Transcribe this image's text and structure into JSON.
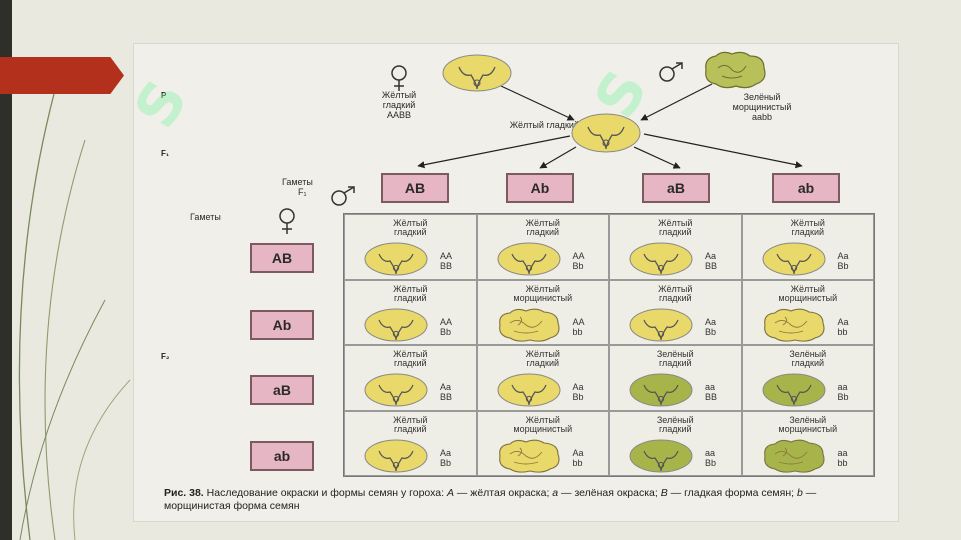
{
  "figure": {
    "generation_labels": {
      "p": "P",
      "f1": "F₁",
      "f2": "F₂"
    },
    "parents": {
      "female": {
        "line1": "Жёлтый",
        "line2": "гладкий",
        "genotype": "AABB"
      },
      "male": {
        "line1": "Зелёный",
        "line2": "морщинистый",
        "genotype": "aabb"
      }
    },
    "f1_label": "Жёлтый гладкий",
    "male_gametes": {
      "line1": "Гаметы",
      "line2": "F₁",
      "items": [
        "AB",
        "Ab",
        "aB",
        "ab"
      ]
    },
    "female_gametes": {
      "label": "Гаметы",
      "items": [
        "AB",
        "Ab",
        "aB",
        "ab"
      ]
    },
    "punnett": [
      [
        {
          "l1": "Жёлтый",
          "l2": "гладкий",
          "g1": "AA",
          "g2": "BB",
          "color": "yellow",
          "shape": "smooth"
        },
        {
          "l1": "Жёлтый",
          "l2": "гладкий",
          "g1": "AA",
          "g2": "Bb",
          "color": "yellow",
          "shape": "smooth"
        },
        {
          "l1": "Жёлтый",
          "l2": "гладкий",
          "g1": "Aa",
          "g2": "BB",
          "color": "yellow",
          "shape": "smooth"
        },
        {
          "l1": "Жёлтый",
          "l2": "гладкий",
          "g1": "Aa",
          "g2": "Bb",
          "color": "yellow",
          "shape": "smooth"
        }
      ],
      [
        {
          "l1": "Жёлтый",
          "l2": "гладкий",
          "g1": "AA",
          "g2": "Bb",
          "color": "yellow",
          "shape": "smooth"
        },
        {
          "l1": "Жёлтый",
          "l2": "морщинистый",
          "g1": "AA",
          "g2": "bb",
          "color": "yellow",
          "shape": "wrinkled"
        },
        {
          "l1": "Жёлтый",
          "l2": "гладкий",
          "g1": "Aa",
          "g2": "Bb",
          "color": "yellow",
          "shape": "smooth"
        },
        {
          "l1": "Жёлтый",
          "l2": "морщинистый",
          "g1": "Aa",
          "g2": "bb",
          "color": "yellow",
          "shape": "wrinkled"
        }
      ],
      [
        {
          "l1": "Жёлтый",
          "l2": "гладкий",
          "g1": "Aa",
          "g2": "BB",
          "color": "yellow",
          "shape": "smooth"
        },
        {
          "l1": "Жёлтый",
          "l2": "гладкий",
          "g1": "Aa",
          "g2": "Bb",
          "color": "yellow",
          "shape": "smooth"
        },
        {
          "l1": "Зелёный",
          "l2": "гладкий",
          "g1": "aa",
          "g2": "BB",
          "color": "green",
          "shape": "smooth"
        },
        {
          "l1": "Зелёный",
          "l2": "гладкий",
          "g1": "aa",
          "g2": "Bb",
          "color": "green",
          "shape": "smooth"
        }
      ],
      [
        {
          "l1": "Жёлтый",
          "l2": "гладкий",
          "g1": "Aa",
          "g2": "Bb",
          "color": "yellow",
          "shape": "smooth"
        },
        {
          "l1": "Жёлтый",
          "l2": "морщинистый",
          "g1": "Aa",
          "g2": "bb",
          "color": "yellow",
          "shape": "wrinkled"
        },
        {
          "l1": "Зелёный",
          "l2": "гладкий",
          "g1": "aa",
          "g2": "Bb",
          "color": "green",
          "shape": "smooth"
        },
        {
          "l1": "Зелёный",
          "l2": "морщинистый",
          "g1": "aa",
          "g2": "bb",
          "color": "green",
          "shape": "wrinkled"
        }
      ]
    ],
    "caption": {
      "fig_num": "Рис. 38.",
      "part1": " Наследование окраски и формы семян у гороха: ",
      "A": "А",
      "part2": " — жёлтая окраска; ",
      "a": "а",
      "part3": " — зелёная окраска; ",
      "B": "В",
      "part4": " — гладкая форма семян; ",
      "b": "b",
      "part5": " — морщинистая форма семян"
    },
    "colors": {
      "yellow_seed": "#e9d86a",
      "green_seed": "#a7b44a",
      "gamete_box": "#e7b6c4",
      "accent_tab": "#b3301d"
    }
  }
}
